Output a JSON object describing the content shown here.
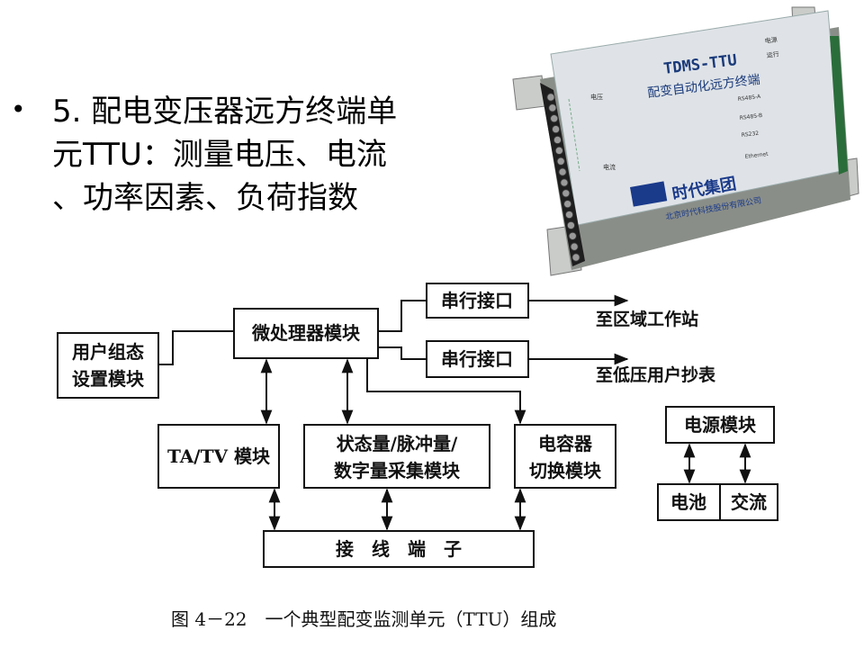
{
  "slide": {
    "bullet": "•",
    "lines": [
      "5. 配电变压器远方终端单",
      "元TTU：测量电压、电流",
      "、功率因素、负荷指数"
    ]
  },
  "device": {
    "title": "TDMS-TTU",
    "subtitle": "配变自动化远方终端",
    "brand": "时代集团",
    "company": "北京时代科技股份有限公司",
    "ports": [
      "RS485-A",
      "RS485-B",
      "RS232",
      "Ethernet"
    ],
    "leds": [
      "电源",
      "运行"
    ],
    "side_labels": [
      "电压",
      "电流"
    ]
  },
  "diagram": {
    "boxes": {
      "serial_1": "串行接口",
      "mcu": "微处理器模块",
      "serial_2": "串行接口",
      "user_config": [
        "用户组态",
        "设置模块"
      ],
      "tatv": "TA/TV 模块",
      "status": [
        "状态量/脉冲量/",
        "数字量采集模块"
      ],
      "capacitor": [
        "电容器",
        "切换模块"
      ],
      "power": "电源模块",
      "battery": "电池",
      "ac": "交流",
      "terminal": "接　线　端　子"
    },
    "labels": {
      "to_area": "至区域工作站",
      "to_meter": "至低压用户抄表"
    },
    "caption": "图 4－22　一个典型配变监测单元（TTU）组成"
  }
}
